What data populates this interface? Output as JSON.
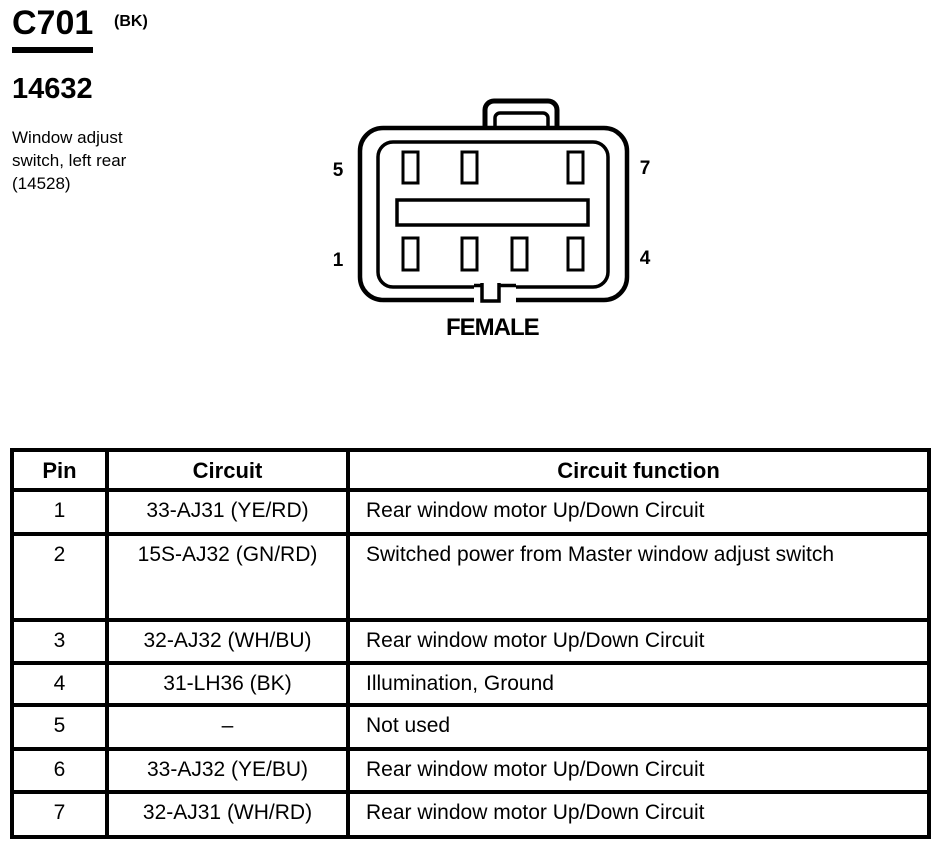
{
  "header": {
    "connector_id": "C701",
    "connector_color_code": "(BK)",
    "part_number": "14632",
    "description": "Window adjust\nswitch, left rear\n(14528)"
  },
  "figure": {
    "gender_label": "FEMALE",
    "pin_labels": {
      "top_left": "5",
      "top_right": "7",
      "bottom_left": "1",
      "bottom_right": "4"
    }
  },
  "table": {
    "headers": [
      "Pin",
      "Circuit",
      "Circuit function"
    ],
    "rows": [
      {
        "pin": "1",
        "circuit": "33-AJ31 (YE/RD)",
        "function": "Rear window motor Up/Down Circuit"
      },
      {
        "pin": "2",
        "circuit": "15S-AJ32 (GN/RD)",
        "function": "Switched power from Master window adjust switch"
      },
      {
        "pin": "3",
        "circuit": "32-AJ32 (WH/BU)",
        "function": "Rear window motor Up/Down Circuit"
      },
      {
        "pin": "4",
        "circuit": "31-LH36 (BK)",
        "function": "Illumination, Ground"
      },
      {
        "pin": "5",
        "circuit": "–",
        "function": "Not used"
      },
      {
        "pin": "6",
        "circuit": "33-AJ32 (YE/BU)",
        "function": "Rear window motor Up/Down Circuit"
      },
      {
        "pin": "7",
        "circuit": "32-AJ31 (WH/RD)",
        "function": "Rear window motor Up/Down Circuit"
      }
    ]
  },
  "colors": {
    "ink": "#000000",
    "paper": "#ffffff"
  }
}
